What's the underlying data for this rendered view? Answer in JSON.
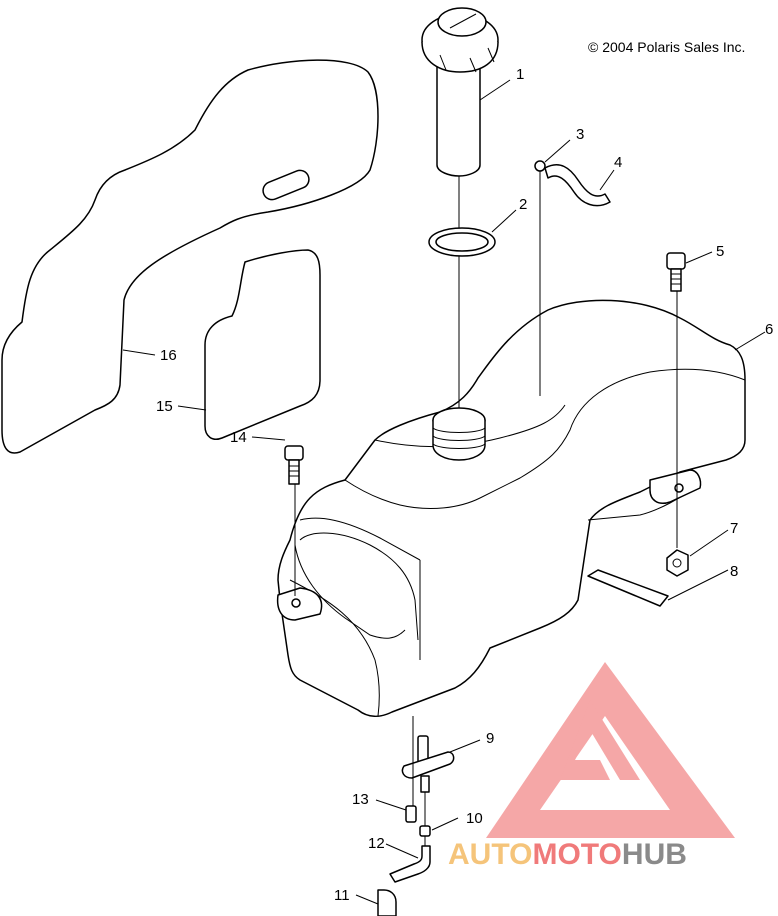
{
  "diagram": {
    "copyright": "© 2004 Polaris Sales Inc.",
    "callouts": [
      "1",
      "2",
      "3",
      "4",
      "5",
      "6",
      "7",
      "8",
      "9",
      "10",
      "11",
      "12",
      "13",
      "14",
      "15",
      "16"
    ]
  },
  "watermark": {
    "word_part1": "AUTO",
    "word_part2": "MOTO",
    "word_part3": "HUB",
    "color_part1": "#f5c47a",
    "color_part2": "#f07a7a",
    "color_part3": "#8a8a8a",
    "logo_color": "#f28a8a"
  }
}
